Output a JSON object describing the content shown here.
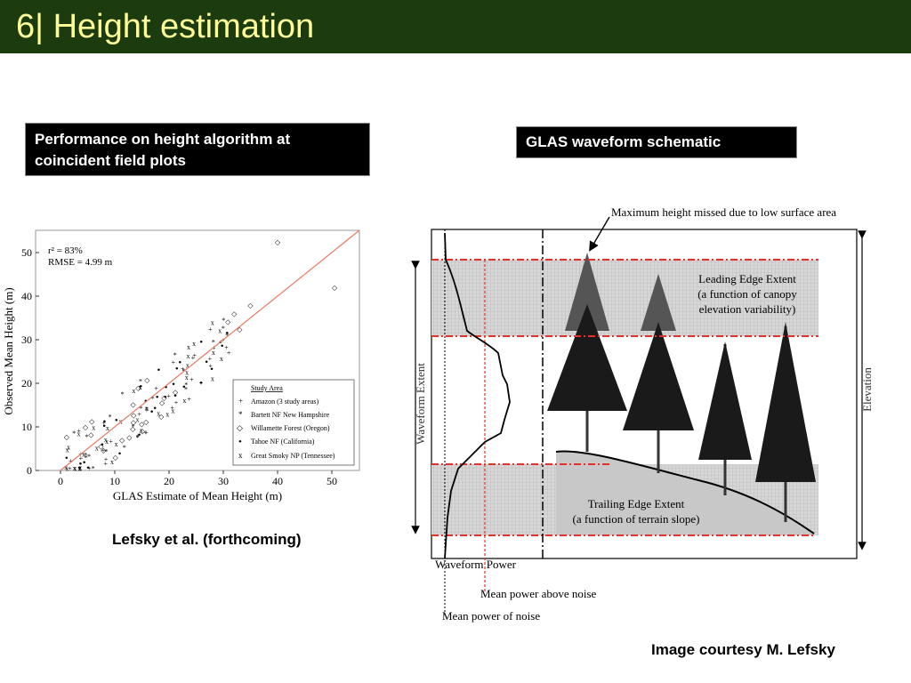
{
  "slide": {
    "title": "6| Height estimation",
    "left_box": "Performance on height algorithm at coincident field plots",
    "right_box": "GLAS waveform schematic",
    "left_caption": "Lefsky et al. (forthcoming)",
    "right_caption": "Image courtesy M. Lefsky"
  },
  "scatter": {
    "stats": [
      "r² = 83%",
      "RMSE = 4.99 m"
    ],
    "xlabel": "GLAS Estimate of Mean Height (m)",
    "ylabel": "Observed Mean Height (m)",
    "xticks": [
      "0",
      "10",
      "20",
      "30",
      "40",
      "50"
    ],
    "yticks": [
      "0",
      "10",
      "20",
      "30",
      "40",
      "50"
    ],
    "legend_title": "Study Area",
    "legend": [
      {
        "symbol": "+",
        "label": "Amazon (3 study areas)"
      },
      {
        "symbol": "*",
        "label": "Bartett NF New Hampshire"
      },
      {
        "symbol": "◇",
        "label": "Willamette Forest (Oregon)"
      },
      {
        "symbol": "•",
        "label": "Tahoe NF (California)"
      },
      {
        "symbol": "x",
        "label": "Great Smoky NP (Tennessee)"
      }
    ]
  },
  "schematic": {
    "top_label": "Maximum height missed due to low surface area",
    "leading_edge": [
      "Leading Edge Extent",
      "(a function of canopy",
      "elevation variability)"
    ],
    "trailing_edge": [
      "Trailing Edge Extent",
      "(a function of terrain slope)"
    ],
    "waveform_extent": "Waveform Extent",
    "elevation": "Elevation",
    "waveform_power": "Waveform Power",
    "mean_above_noise": "Mean power above noise",
    "mean_noise": "Mean power of noise"
  },
  "colors": {
    "title_bg": "#1c3c10",
    "title_text": "#ffff99",
    "fit_line": "#e8806a",
    "extent_line": "#e8302a"
  }
}
